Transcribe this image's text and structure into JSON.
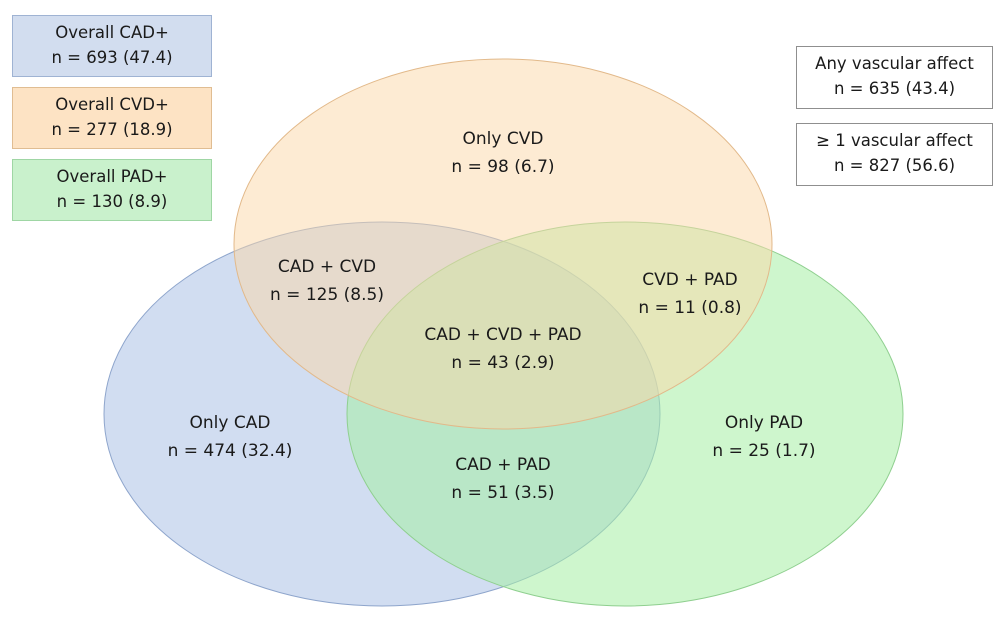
{
  "colors": {
    "cad_fill": "#b8cbe9",
    "cvd_fill": "#fbd8a8",
    "pad_fill": "#a6eea4"
  },
  "legend": {
    "cad": {
      "label": "Overall CAD+",
      "value": "n = 693 (47.4)"
    },
    "cvd": {
      "label": "Overall CVD+",
      "value": "n = 277 (18.9)"
    },
    "pad": {
      "label": "Overall PAD+",
      "value": "n = 130 (8.9)"
    }
  },
  "stats": {
    "any": {
      "label": "Any vascular affect",
      "value": "n = 635 (43.4)"
    },
    "ge1": {
      "label": "≥ 1 vascular affect",
      "value": "n = 827 (56.6)"
    }
  },
  "regions": {
    "only_cvd": {
      "label": "Only CVD",
      "value": "n = 98 (6.7)"
    },
    "cad_cvd": {
      "label": "CAD + CVD",
      "value": "n = 125 (8.5)"
    },
    "cvd_pad": {
      "label": "CVD + PAD",
      "value": "n = 11 (0.8)"
    },
    "all_three": {
      "label": "CAD + CVD + PAD",
      "value": "n = 43 (2.9)"
    },
    "only_cad": {
      "label": "Only CAD",
      "value": "n = 474 (32.4)"
    },
    "cad_pad": {
      "label": "CAD + PAD",
      "value": "n = 51 (3.5)"
    },
    "only_pad": {
      "label": "Only PAD",
      "value": "n = 25 (1.7)"
    }
  }
}
